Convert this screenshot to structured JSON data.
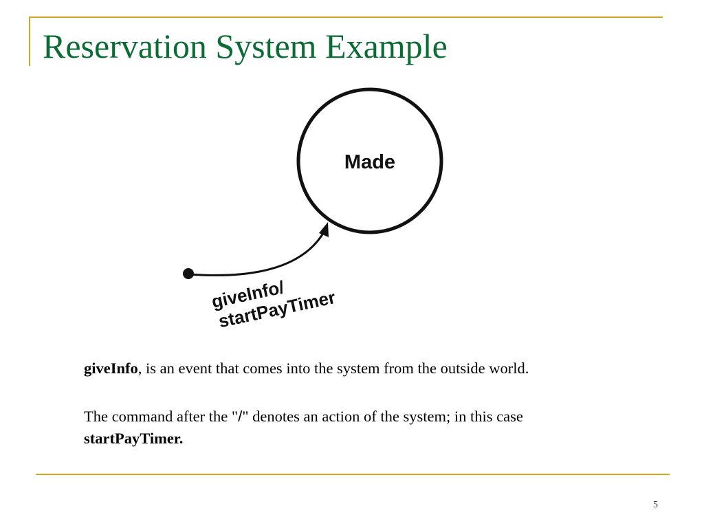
{
  "slide": {
    "title": "Reservation System Example",
    "number": "5"
  },
  "diagram": {
    "state": "Made",
    "transition": {
      "event": "giveInfo/",
      "action": "startPayTimer"
    }
  },
  "body": {
    "p1": {
      "term": "giveInfo",
      "text": ", is an event that comes into the system from the outside world."
    },
    "p2": {
      "pre": "The command after the \"",
      "symbol": "/",
      "post": "\" denotes an action of the system; in this case ",
      "term": "startPayTimer."
    }
  },
  "colors": {
    "title": "#0b6b35",
    "rule": "#d9a21f"
  }
}
